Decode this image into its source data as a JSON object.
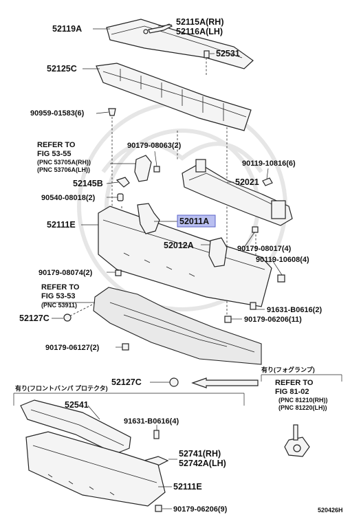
{
  "labels": {
    "p52119A": "52119A",
    "p52115A": "52115A(RH)",
    "p52116A": "52116A(LH)",
    "p52531": "52531",
    "p52125C": "52125C",
    "p90959": "90959-01583(6)",
    "refer1_a": "REFER TO",
    "refer1_b": "FIG 53-55",
    "refer1_c": "(PNC 53705A(RH))",
    "refer1_d": "(PNC 53706A(LH))",
    "p90179_08063": "90179-08063(2)",
    "p90119_10816": "90119-10816(6)",
    "p52145B": "52145B",
    "p52021": "52021",
    "p90540": "90540-08018(2)",
    "p52111E_top": "52111E",
    "p52011A": "52011A",
    "p52012A": "52012A",
    "p90179_08017": "90179-08017(4)",
    "p90119_10608": "90119-10608(4)",
    "p90179_08074": "90179-08074(2)",
    "refer2_a": "REFER TO",
    "refer2_b": "FIG 53-53",
    "refer2_c": "(PNC 53911)",
    "p91631_b0616_top": "91631-B0616(2)",
    "p52127C_top": "52127C",
    "p90179_06206_top": "90179-06206(11)",
    "p90179_06127": "90179-06127(2)",
    "fog_title": "有り(フォグランプ)",
    "refer3_a": "REFER TO",
    "refer3_b": "FIG 81-02",
    "refer3_c": "(PNC 81210(RH))",
    "refer3_d": "(PNC 81220(LH))",
    "p52127C_bot": "52127C",
    "protector_title": "有り(フロントバンパ プロテクタ)",
    "p52541": "52541",
    "p91631_b0616_bot": "91631-B0616(4)",
    "p52741": "52741(RH)",
    "p52742A": "52742A(LH)",
    "p52111E_bot": "52111E",
    "p90179_06206_bot": "90179-06206(9)",
    "diagram_id": "520426H"
  },
  "colors": {
    "highlight_fill": "#b9bff0",
    "highlight_stroke": "#5a63c9",
    "line": "#222222"
  }
}
